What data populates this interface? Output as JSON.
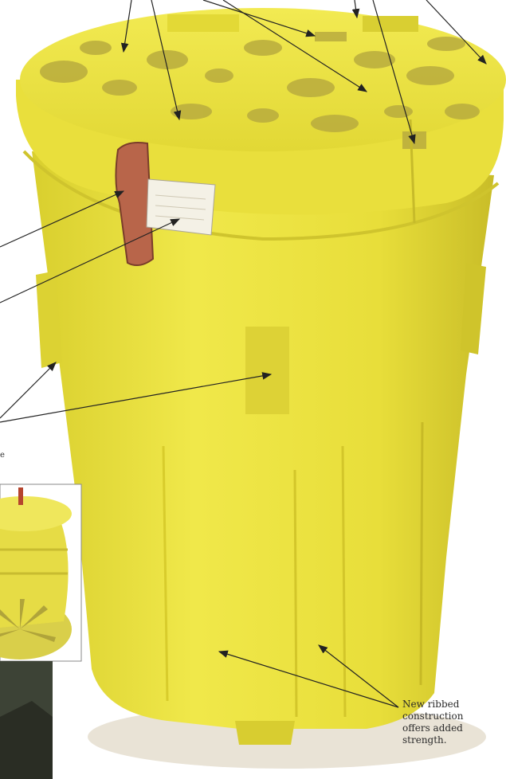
{
  "caption": {
    "lines": [
      "New ribbed",
      "construction",
      "offers added",
      "strength."
    ]
  },
  "side_fragment": "e",
  "colors": {
    "drum_yellow": "#ece33c",
    "drum_shadow": "#c9bd28",
    "lid_recess": "#b9ac3e",
    "handle": "#b8654a",
    "label_card": "#f4f1e6",
    "arrow": "#222222",
    "inset_border": "#888888",
    "photo_dark": "#3d4336"
  },
  "icons": {
    "arrows": "arrow-icon",
    "inset": "drum-bottom-view"
  }
}
